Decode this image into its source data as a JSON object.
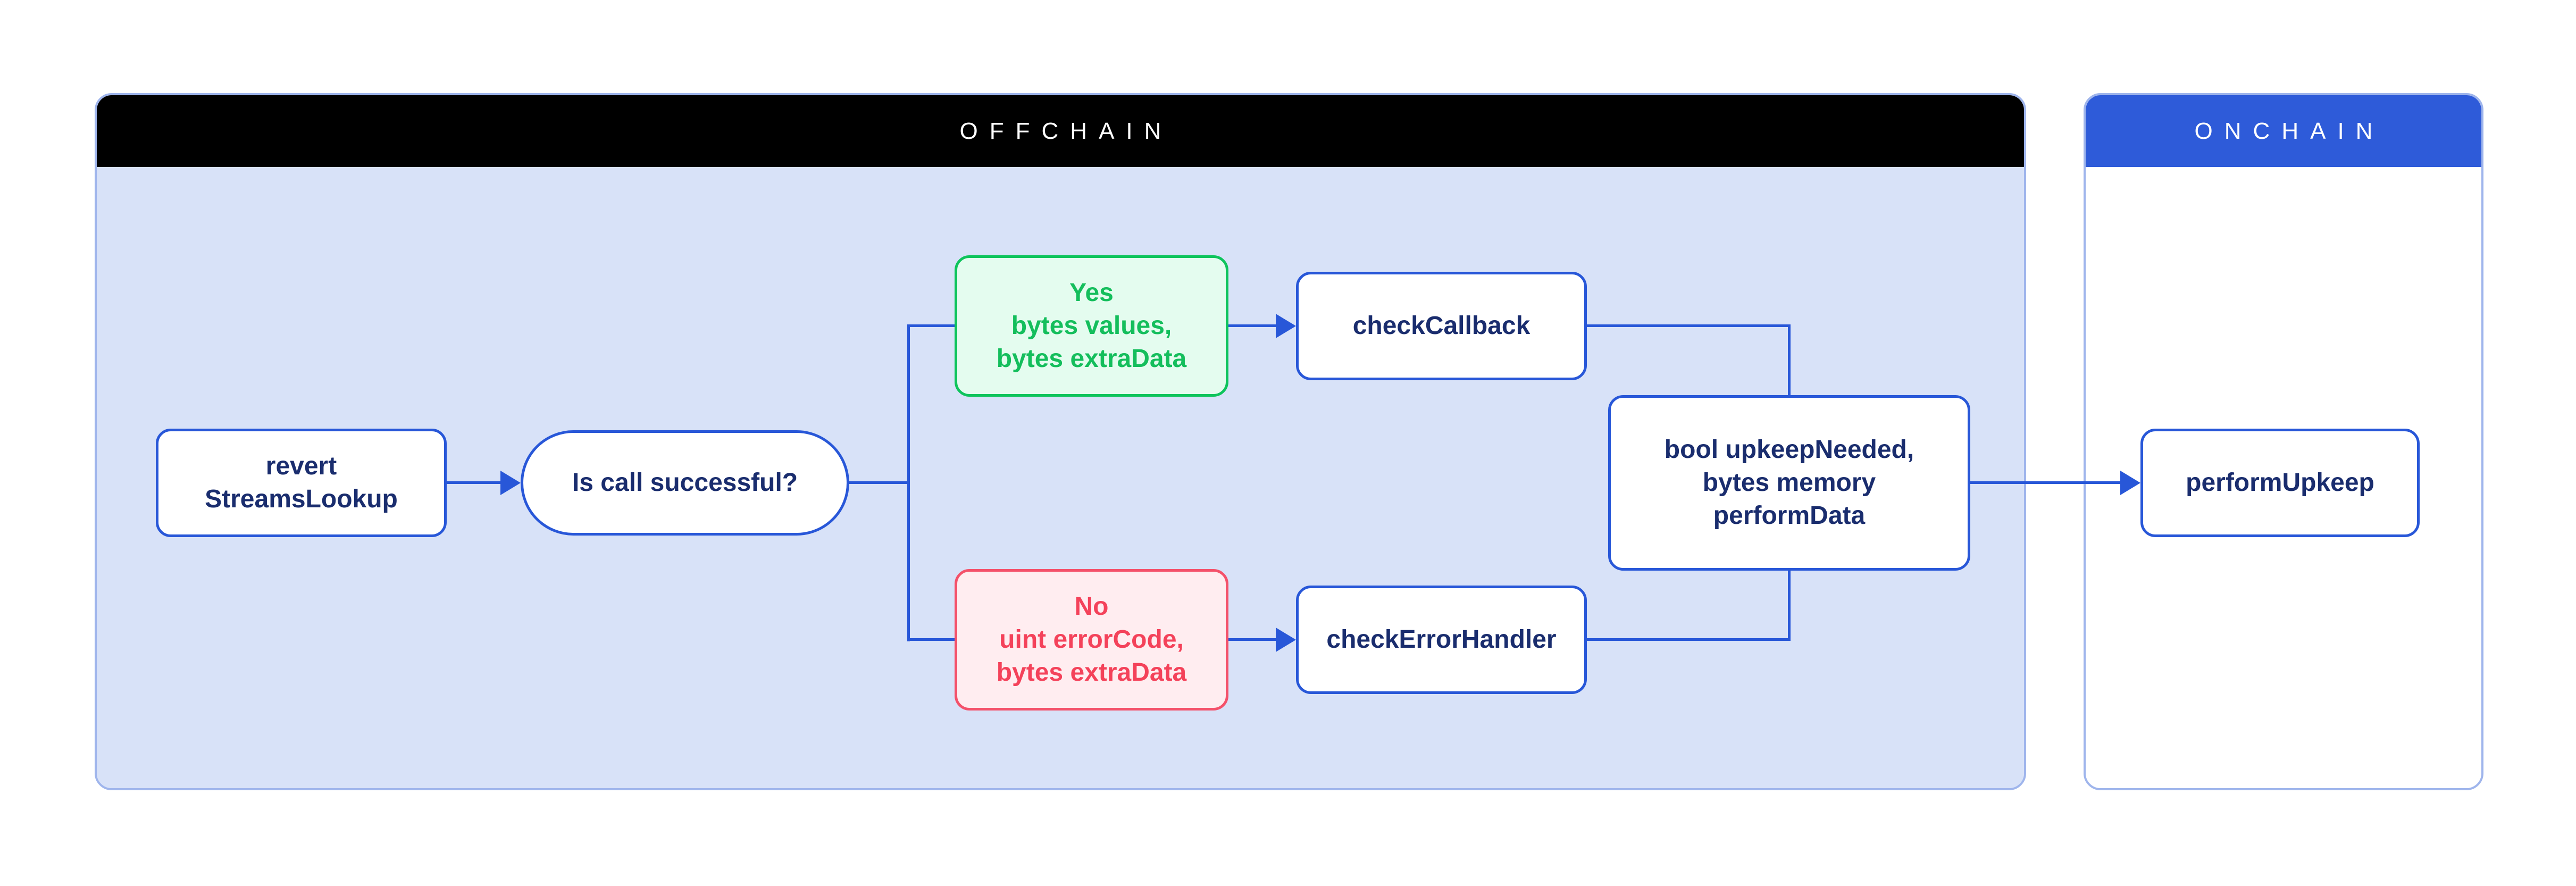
{
  "panels": {
    "offchain": {
      "title": "OFFCHAIN"
    },
    "onchain": {
      "title": "ONCHAIN"
    }
  },
  "nodes": {
    "revert_streams_lookup": {
      "type": "process",
      "lines": [
        "revert",
        "StreamsLookup"
      ]
    },
    "is_call_successful": {
      "type": "decision",
      "lines": [
        "Is call successful?"
      ]
    },
    "yes_branch": {
      "type": "data-success",
      "lines": [
        "Yes",
        "bytes values,",
        "bytes extraData"
      ]
    },
    "check_callback": {
      "type": "process",
      "lines": [
        "checkCallback"
      ]
    },
    "no_branch": {
      "type": "data-error",
      "lines": [
        "No",
        "uint errorCode,",
        "bytes extraData"
      ]
    },
    "check_error_handler": {
      "type": "process",
      "lines": [
        "checkErrorHandler"
      ]
    },
    "upkeep_result": {
      "type": "process",
      "lines": [
        "bool upkeepNeeded,",
        "bytes memory",
        "performData"
      ]
    },
    "perform_upkeep": {
      "type": "process",
      "lines": [
        "performUpkeep"
      ]
    }
  },
  "colors": {
    "flow_blue": "#2857D8",
    "onchain_header_blue": "#2E5BD9",
    "offchain_header_black": "#000000",
    "offchain_body_bg": "#D8E2F8",
    "panel_border": "#9FB5EC",
    "node_text_navy": "#1A2D6E",
    "success_green": "#0EC45C",
    "success_green_bg": "#E4FCEF",
    "error_red": "#F4516A",
    "error_red_bg": "#FFEDF0"
  }
}
